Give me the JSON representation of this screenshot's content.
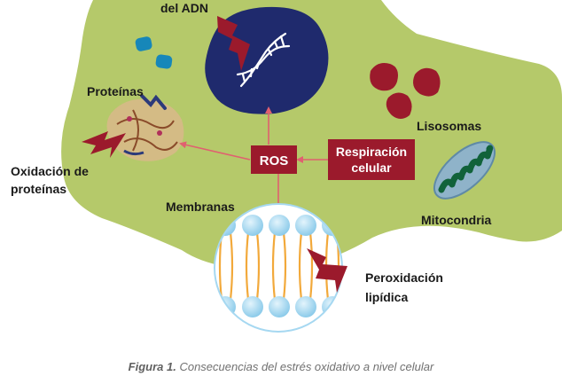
{
  "labels": {
    "dna": "del ADN",
    "proteins": "Proteínas",
    "protein_oxidation_line1": "Oxidación de",
    "protein_oxidation_line2": "proteínas",
    "membranes": "Membranas",
    "ros": "ROS",
    "respiration_line1": "Respiración",
    "respiration_line2": "celular",
    "lysosomes": "Lisosomas",
    "mitochondria": "Mitocondria",
    "peroxidation_line1": "Peroxidación",
    "peroxidation_line2": "lipídica"
  },
  "caption": {
    "bold": "Figura 1.",
    "text": " Consecuencias del estrés oxidativo a nivel celular"
  },
  "colors": {
    "cytoplasm": "#b5c96a",
    "nucleus": "#1f2a6d",
    "crimson": "#9b1a2c",
    "droplets": "#1787b9",
    "mito_outer": "#8fb3c9",
    "mito_inner": "#11623a",
    "arrow": "#e06070",
    "lipid_head": "#a6d8f1",
    "lipid_tail": "#f2a93b"
  }
}
